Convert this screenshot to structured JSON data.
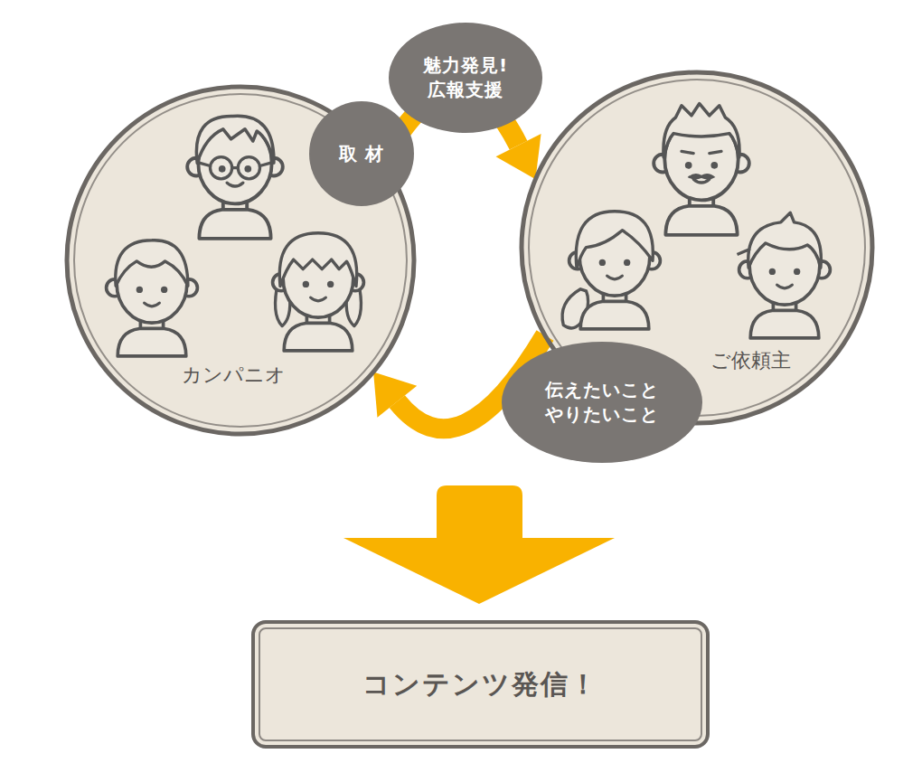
{
  "diagram": {
    "nodes": [
      {
        "text": [
          "魅力発見! 広報支援"
        ]
      },
      {
        "text": [
          "カンパニオ"
        ]
      },
      {
        "text": [
          "取 材"
        ]
      },
      {
        "text": [
          "ご依頼主"
        ]
      },
      {
        "text": [
          "伝えたいこと やりたいこと"
        ]
      },
      {
        "text": [
          "コンテンツ発信！"
        ]
      }
    ],
    "edges": [
      {
        "from": 1,
        "to": 3,
        "arrow": "to"
      },
      {
        "from": 3,
        "to": 1,
        "arrow": "to"
      }
    ]
  }
}
